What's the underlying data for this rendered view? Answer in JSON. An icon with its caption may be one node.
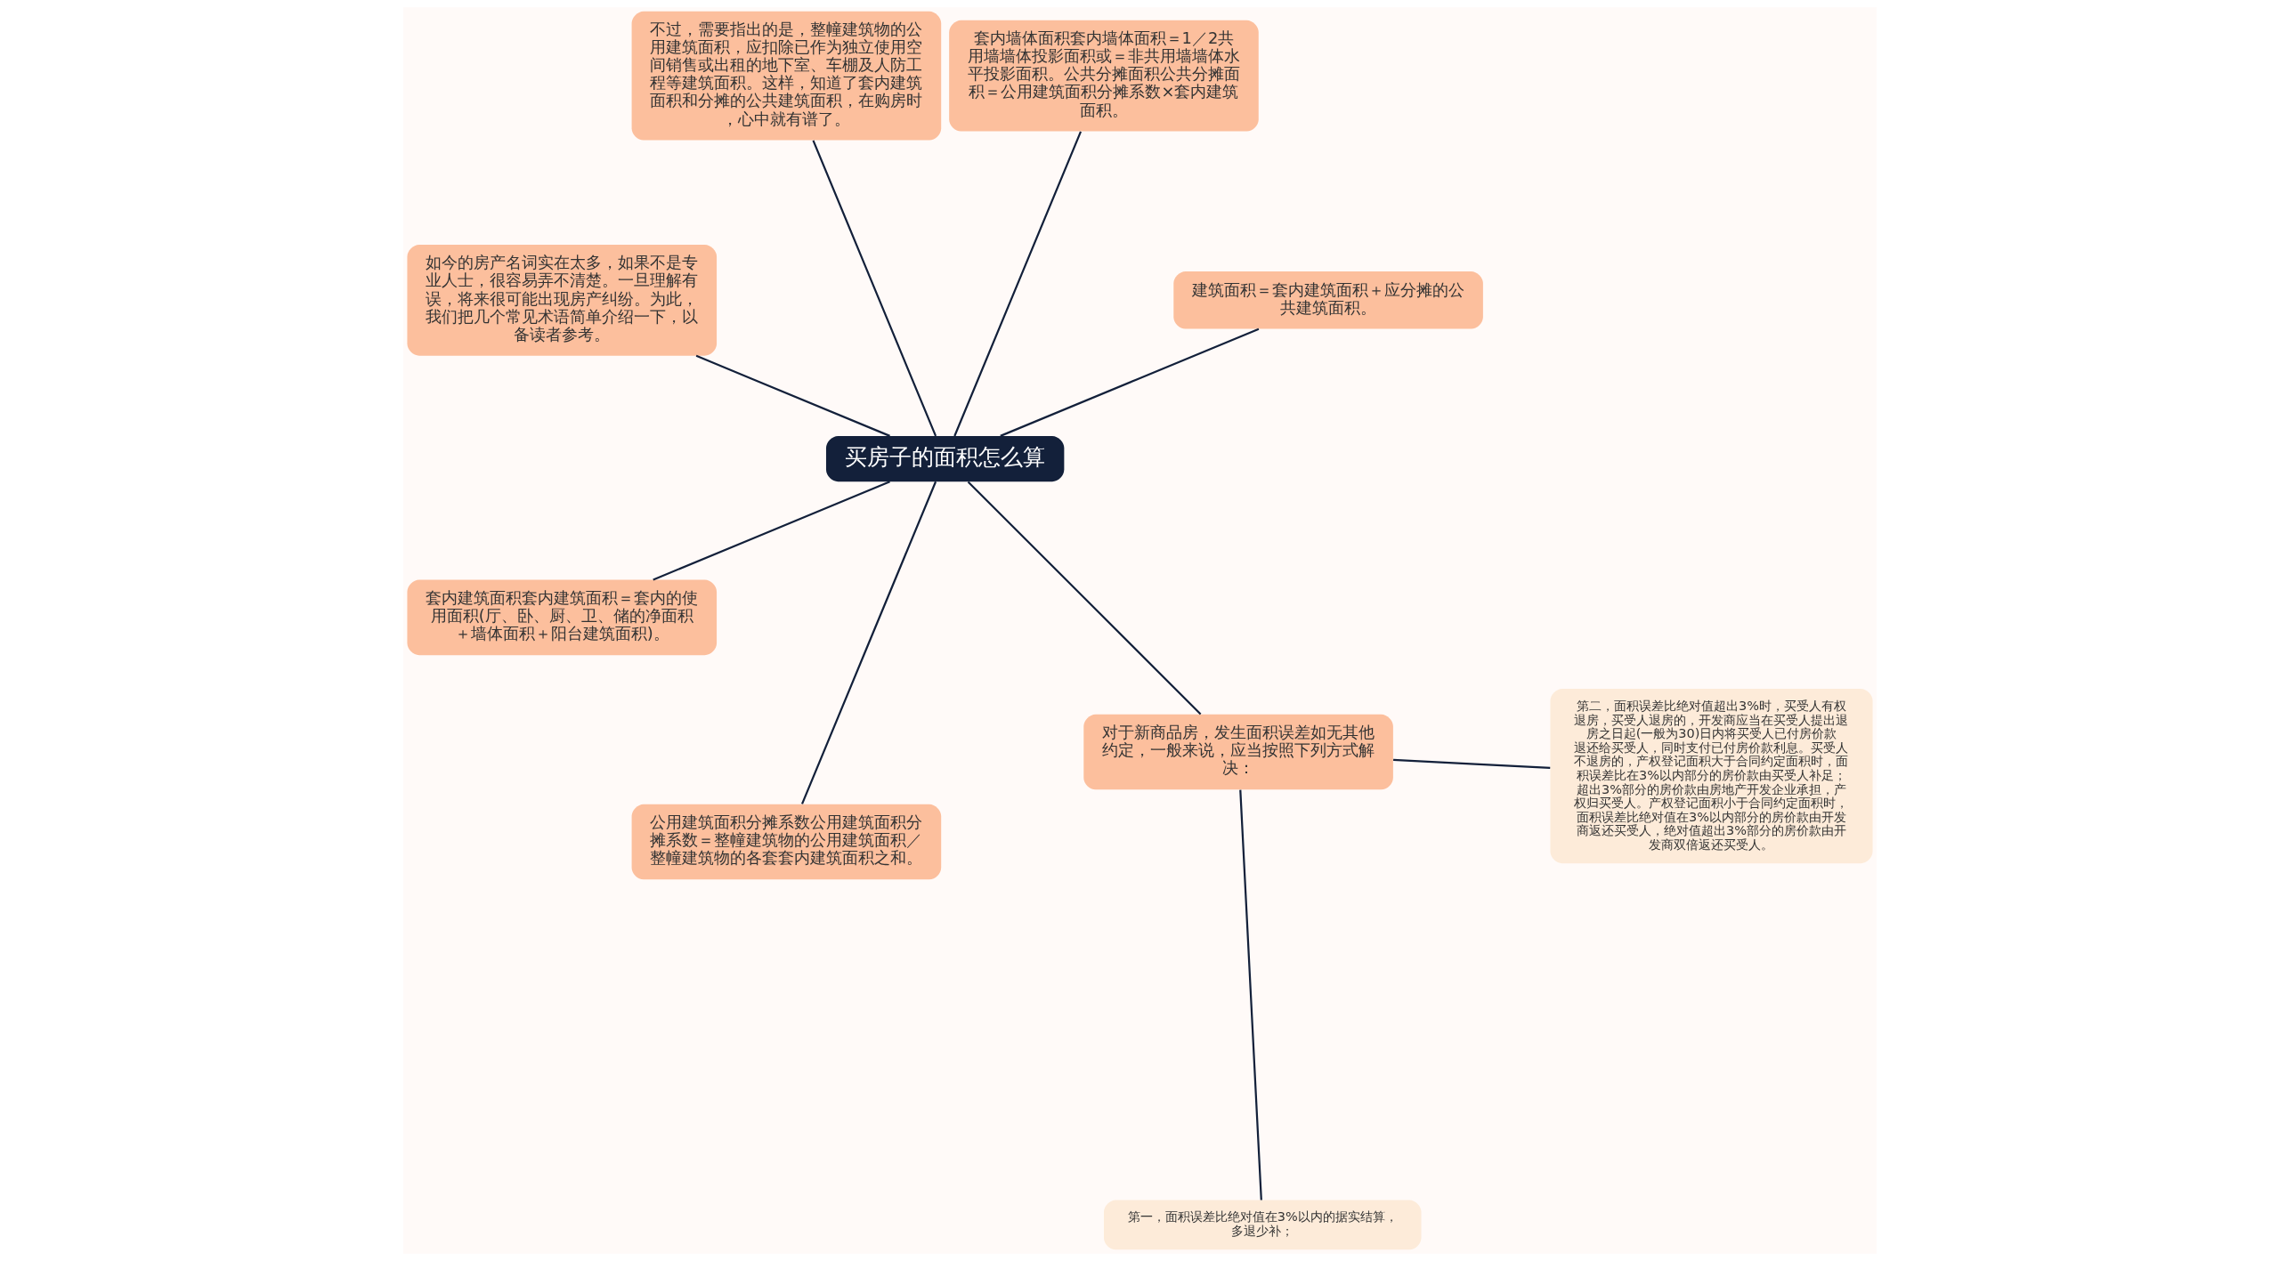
{
  "diagram": {
    "nodes": [
      {
        "text": [
          "买房子的面积怎么算"
        ]
      },
      {
        "text": [
          "建筑面积＝套内建筑面积＋应分摊的公共建筑面积。"
        ]
      },
      {
        "text": [
          "套内墙体面积套内墙体面积＝1／2共用墙墙体投影面积或＝非共用墙墙体水平投影面积。公共分摊面积公共分摊面积＝公用建筑面积分摊系数×套内建筑面积。"
        ]
      },
      {
        "text": [
          "不过，需要指出的是，整幢建筑物的公用建筑面积，应扣除已作为独立使用空间销售或出租的地下室、车棚及人防工程等建筑面积。这样，知道了套内建筑面积和分摊的公共建筑面积，在购房时，心中就有谱了。"
        ]
      },
      {
        "text": [
          "如今的房产名词实在太多，如果不是专业人士，很容易弄不清楚。一旦理解有误，将来很可能出现房产纠纷。为此，我们把几个常见术语简单介绍一下，以备读者参考。"
        ]
      },
      {
        "text": [
          "套内建筑面积套内建筑面积＝套内的使用面积(厅、卧、厨、卫、储的净面积＋墙体面积＋阳台建筑面积)。"
        ]
      },
      {
        "text": [
          "公用建筑面积分摊系数公用建筑面积分摊系数＝整幢建筑物的公用建筑面积／整幢建筑物的各套套内建筑面积之和。"
        ]
      },
      {
        "text": [
          "对于新商品房，发生面积误差如无其他约定，一般来说，应当按照下列方式解决："
        ]
      },
      {
        "text": [
          "第一，面积误差比绝对值在3%以内的据实结算，多退少补；"
        ]
      },
      {
        "text": [
          "第二，面积误差比绝对值超出3%时，买受人有权退房，买受人退房的，开发商应当在买受人提出退房之日起(一般为30)日内将买受人已付房价款退还给买受人，同时支付已付房价款利息。买受人不退房的，产权登记面积大于合同约定面积时，面积误差比在3%以内部分的房价款由买受人补足；超出3%部分的房价款由房地产开发企业承担，产权归买受人。产权登记面积小于合同约定面积时，面积误差比绝对值在3%以内部分的房价款由开发商返还买受人，绝对值超出3%部分的房价款由开发商双倍返还买受人。"
        ]
      }
    ],
    "edges": [
      {
        "from": 0,
        "to": 1,
        "arrow": "none"
      },
      {
        "from": 0,
        "to": 2,
        "arrow": "none"
      },
      {
        "from": 0,
        "to": 3,
        "arrow": "none"
      },
      {
        "from": 0,
        "to": 4,
        "arrow": "none"
      },
      {
        "from": 0,
        "to": 5,
        "arrow": "none"
      },
      {
        "from": 0,
        "to": 6,
        "arrow": "none"
      },
      {
        "from": 0,
        "to": 7,
        "arrow": "none"
      },
      {
        "from": 7,
        "to": 8,
        "arrow": "none"
      },
      {
        "from": 7,
        "to": 9,
        "arrow": "none"
      }
    ]
  }
}
